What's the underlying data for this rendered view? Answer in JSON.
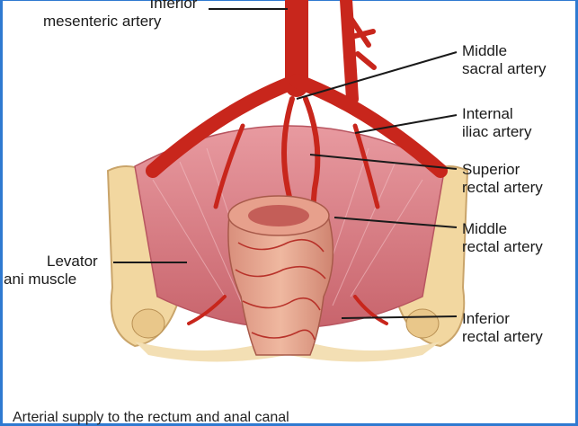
{
  "labels": {
    "inferior_mesenteric": [
      "Inferior",
      "mesenteric artery"
    ],
    "middle_sacral": [
      "Middle",
      "sacral artery"
    ],
    "internal_iliac": [
      "Internal",
      "iliac artery"
    ],
    "superior_rectal": [
      "Superior",
      "rectal artery"
    ],
    "middle_rectal": [
      "Middle",
      "rectal artery"
    ],
    "levator_ani": [
      "Levator",
      "ani muscle"
    ],
    "inferior_rectal": [
      "Inferior",
      "rectal artery"
    ]
  },
  "caption": "Arterial supply to the rectum and anal canal",
  "colors": {
    "artery": "#c8261c",
    "muscle": "#e0848a",
    "bone": "#f2d7a0",
    "frame": "#2f7ad1"
  }
}
